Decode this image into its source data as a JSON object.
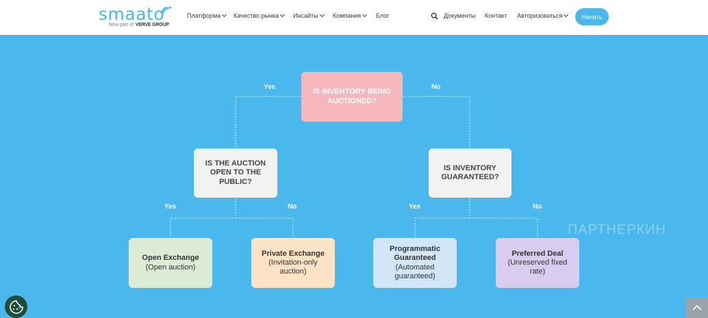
{
  "header": {
    "logo_text": "smaato",
    "logo_sub": "Now part of",
    "logo_sub_brand": "VERVE GROUP",
    "nav": [
      {
        "label": "Платформа"
      },
      {
        "label": "Качество рынка"
      },
      {
        "label": "Инсайты"
      },
      {
        "label": "Компания"
      },
      {
        "label": "Блог"
      }
    ],
    "links": [
      {
        "label": "Документы"
      },
      {
        "label": "Контакт"
      },
      {
        "label": "Авторизоваться"
      }
    ],
    "cta_label": "Начать",
    "search_icon": "search-icon"
  },
  "flowchart": {
    "root": {
      "text": "IS INVENTORY BEING AUCTIONED?"
    },
    "left_q": {
      "text": "IS THE AUCTION OPEN TO THE PUBLIC?"
    },
    "right_q": {
      "text": "IS INVENTORY GUARANTEED?"
    },
    "edges": {
      "root_left": "Yes",
      "root_right": "No",
      "left_yes": "Yes",
      "left_no": "No",
      "right_yes": "Yes",
      "right_no": "No"
    },
    "leaves": [
      {
        "title": "Open Exchange",
        "sub": "(Open auction)"
      },
      {
        "title": "Private Exchange",
        "sub": "(Invitation-only auction)"
      },
      {
        "title": "Programmatic Guaranteed",
        "sub": "(Automated guaranteed)"
      },
      {
        "title": "Preferred Deal",
        "sub": "(Unreserved fixed rate)"
      }
    ],
    "colors": {
      "background": "#4ab8ec",
      "root": "#f5b7bb",
      "question": "#f2f2f2",
      "open_exchange": "#dcebd6",
      "private_exchange": "#fde3c5",
      "programmatic_guaranteed": "#d1e6f6",
      "preferred_deal": "#d8cdef"
    }
  },
  "watermark": "ПАРТНЕРКИН",
  "widgets": {
    "cookie_icon": "cookie-icon",
    "scroll_top_icon": "chevron-up-icon"
  }
}
